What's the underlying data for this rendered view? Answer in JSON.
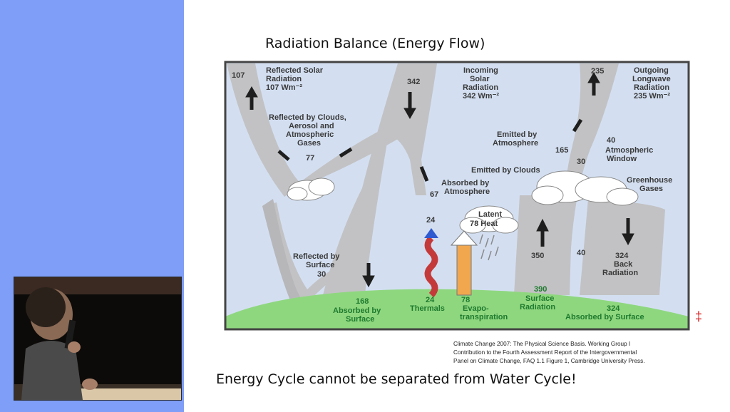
{
  "slide": {
    "title": "Radiation Balance (Energy Flow)",
    "bottom_text": "Energy Cycle cannot be separated from Water Cycle!",
    "marker": "‡",
    "citation_lines": [
      "Climate Change 2007: The Physical Science Basis. Working Group I",
      "Contribution to the Fourth Assessment Report of the Intergovernmental",
      "Panel on Climate Change, FAQ 1.1 Figure 1, Cambridge University Press."
    ]
  },
  "diagram": {
    "reflected_solar": {
      "value": "107",
      "label": [
        "Reflected Solar",
        "Radiation",
        "107 Wm⁻²"
      ]
    },
    "incoming_solar": {
      "value": "342",
      "label": [
        "Incoming",
        "Solar",
        "Radiation",
        "342 Wm⁻²"
      ]
    },
    "outgoing_longwave": {
      "value": "235",
      "label": [
        "Outgoing",
        "Longwave",
        "Radiation",
        "235 Wm⁻²"
      ]
    },
    "reflected_clouds": {
      "label": [
        "Reflected by Clouds,",
        "Aerosol and",
        "Atmospheric",
        "Gases"
      ],
      "value": "77"
    },
    "emitted_atmosphere": {
      "label": [
        "Emitted by",
        "Atmosphere"
      ],
      "value": "165"
    },
    "atmospheric_window": {
      "value": "40",
      "label": [
        "Atmospheric",
        "Window"
      ]
    },
    "emitted_clouds": {
      "label": "Emitted by Clouds",
      "value": "30"
    },
    "greenhouse_gases": {
      "label": [
        "Greenhouse",
        "Gases"
      ]
    },
    "absorbed_atmosphere": {
      "label": [
        "Absorbed by",
        "Atmosphere"
      ],
      "value": "67"
    },
    "latent_heat": {
      "label": [
        "Latent",
        "78 Heat"
      ]
    },
    "thermals_up": {
      "value": "24"
    },
    "reflected_surface": {
      "label": [
        "Reflected by",
        "Surface"
      ],
      "value": "30"
    },
    "surface_radiation_up": {
      "value": "350"
    },
    "window_up": {
      "value": "40"
    },
    "back_radiation": {
      "value": "324",
      "label": [
        "Back",
        "Radiation"
      ]
    },
    "absorbed_surface": {
      "value": "168",
      "label": [
        "Absorbed by",
        "Surface"
      ]
    },
    "thermals": {
      "value": "24",
      "label": "Thermals"
    },
    "evapotranspiration": {
      "value": "78",
      "label": [
        "Evapo-",
        "transpiration"
      ]
    },
    "surface_radiation": {
      "value": "390",
      "label": [
        "Surface",
        "Radiation"
      ]
    },
    "absorbed_by_surface_2": {
      "value": "324",
      "label": "Absorbed by Surface"
    }
  },
  "colors": {
    "sidebar": "#7f9ef8",
    "sky": "#d3dff1",
    "flow": "#c2c2c4",
    "ground": "#8fd77f",
    "label_green": "#1e7a2e",
    "marker": "#d21b1b"
  }
}
